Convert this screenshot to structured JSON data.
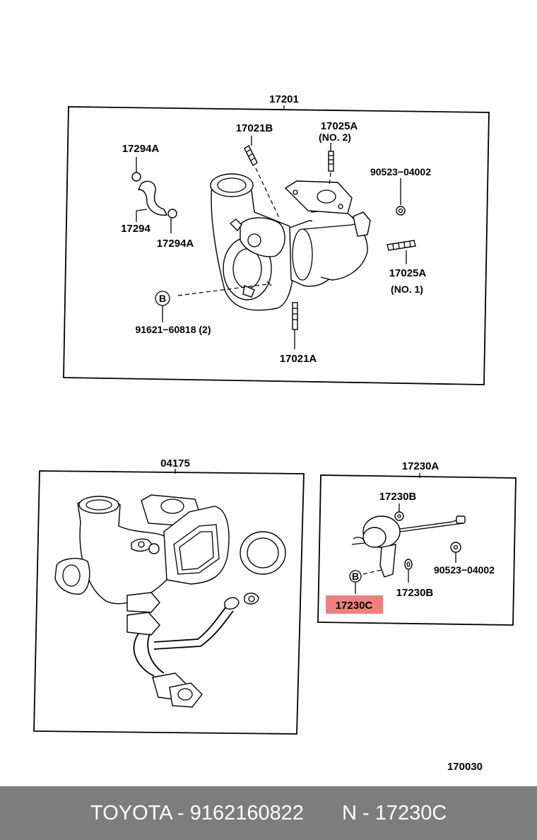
{
  "diagram": {
    "page_number": "170030",
    "highlight_color": "#f08080",
    "turbo_assembly": {
      "title": "17201",
      "labels": {
        "stud_top": "17021B",
        "stud_right_top": "17025A",
        "stud_right_top_note": "(NO. 2)",
        "nut_right": "90523−04002",
        "clamp_top": "17294A",
        "hose": "17294",
        "clamp_bottom": "17294A",
        "stud_right_bottom": "17025A",
        "stud_right_bottom_note": "(NO. 1)",
        "bolt_marker": "B",
        "bolt": "91621−60818 (2)",
        "stud_bottom": "17021A"
      }
    },
    "elbow_assembly": {
      "title": "04175"
    },
    "actuator_assembly": {
      "title": "17230A",
      "labels": {
        "washer_top": "17230B",
        "nut": "90523−04002",
        "bolt_marker": "B",
        "washer_bottom": "17230B",
        "highlighted_part": "17230C"
      }
    }
  },
  "footer": {
    "brand_part": "TOYOTA - 9162160822",
    "ref": "N - 17230C"
  }
}
